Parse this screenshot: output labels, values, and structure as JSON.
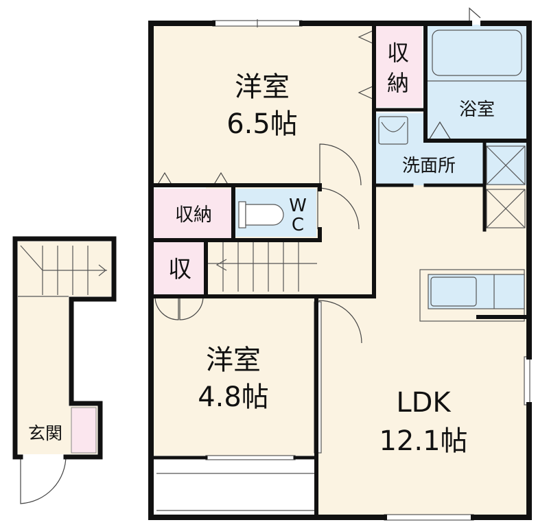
{
  "rooms": {
    "bedroom_upper": {
      "name": "洋室",
      "size": "6.5帖"
    },
    "bedroom_lower": {
      "name": "洋室",
      "size": "4.8帖"
    },
    "ldk": {
      "name": "LDK",
      "size": "12.1帖"
    },
    "bathroom": {
      "name": "浴室"
    },
    "washroom": {
      "name": "洗面所"
    },
    "toilet": {
      "name_w": "W",
      "name_c": "C"
    },
    "storage_upper": {
      "line1": "収",
      "line2": "納"
    },
    "storage_middle": {
      "name": "収納"
    },
    "storage_small": {
      "name": "収"
    },
    "entrance": {
      "name": "玄関"
    }
  },
  "colors": {
    "floor_room": "#fbf3e2",
    "floor_wet": "#d8ecf8",
    "floor_storage": "#fbe6ee",
    "wall": "#111111"
  }
}
